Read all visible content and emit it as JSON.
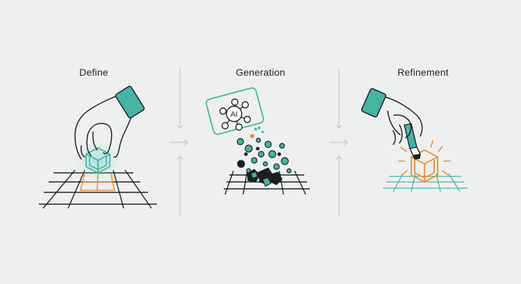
{
  "steps": [
    {
      "id": "define",
      "title": "Define"
    },
    {
      "id": "generation",
      "title": "Generation"
    },
    {
      "id": "refinement",
      "title": "Refinement"
    }
  ],
  "ai_node_text": "AI",
  "icons": {
    "define": [
      "hand-icon",
      "cube-icon",
      "grid-icon"
    ],
    "generation": [
      "ai-network-icon",
      "particles-icon",
      "grid-icon"
    ],
    "refinement": [
      "hand-icon",
      "chisel-icon",
      "cube-icon",
      "grid-icon"
    ]
  },
  "colors": {
    "background": "#eef0f0",
    "ink": "#1c1f22",
    "teal": "#47b3a3",
    "orange": "#f08a2c",
    "divider": "#c6c9cc"
  }
}
